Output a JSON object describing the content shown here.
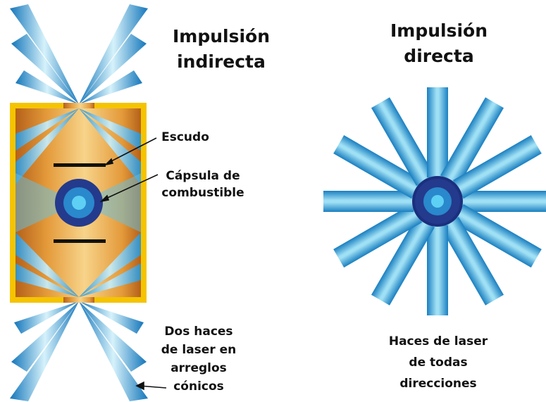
{
  "indirect": {
    "title_line1": "Impulsión",
    "title_line2": "indirecta",
    "shield_label": "Escudo",
    "capsule_label_line1": "Cápsula de",
    "capsule_label_line2": "combustible",
    "beams_label_line1": "Dos haces",
    "beams_label_line2": "de laser en",
    "beams_label_line3": "arreglos",
    "beams_label_line4": "cónicos"
  },
  "direct": {
    "title_line1": "Impulsión",
    "title_line2": "directa",
    "beams_label_line1": "Haces de laser",
    "beams_label_line2": "de todas",
    "beams_label_line3": "direcciones",
    "beam_count": 12
  },
  "colors": {
    "beam_light": "#d6f2fb",
    "beam_mid": "#48bfe6",
    "beam_dark": "#1a7fc0",
    "hohlraum_frame": "#f5c400",
    "hohlraum_gold": "#e49a3a",
    "capsule_outer": "#243a8c",
    "capsule_middle": "#2a88cc",
    "capsule_core": "#5ed0f4"
  }
}
